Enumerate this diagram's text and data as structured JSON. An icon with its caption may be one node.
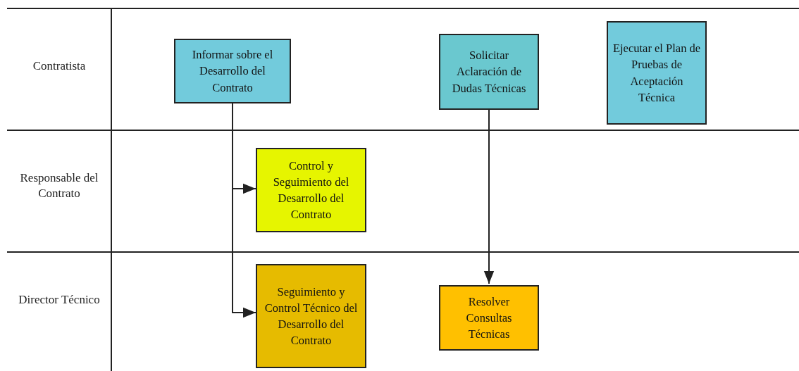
{
  "diagram": {
    "nodes": [
      {
        "text": [
          "Contratista"
        ]
      },
      {
        "text": [
          "Responsable del Contrato"
        ]
      },
      {
        "text": [
          "Director Técnico"
        ]
      },
      {
        "text": [
          "Informar sobre el Desarrollo del Contrato"
        ],
        "in": 0
      },
      {
        "text": [
          "Solicitar Aclaración de Dudas Técnicas"
        ],
        "in": 0
      },
      {
        "text": [
          "Ejecutar el Plan de Pruebas de Aceptación Técnica"
        ],
        "in": 0
      },
      {
        "text": [
          "Control y Seguimiento del Desarrollo del Contrato"
        ],
        "in": 1
      },
      {
        "text": [
          "Seguimiento y Control Técnico del Desarrollo del Contrato"
        ],
        "in": 2
      },
      {
        "text": [
          "Resolver Consultas Técnicas"
        ],
        "in": 2
      }
    ],
    "edges": [
      {
        "from": 3,
        "to": 6,
        "arrow": "to"
      },
      {
        "from": 3,
        "to": 7,
        "arrow": "to"
      },
      {
        "from": 4,
        "to": 8,
        "arrow": "to"
      }
    ]
  }
}
